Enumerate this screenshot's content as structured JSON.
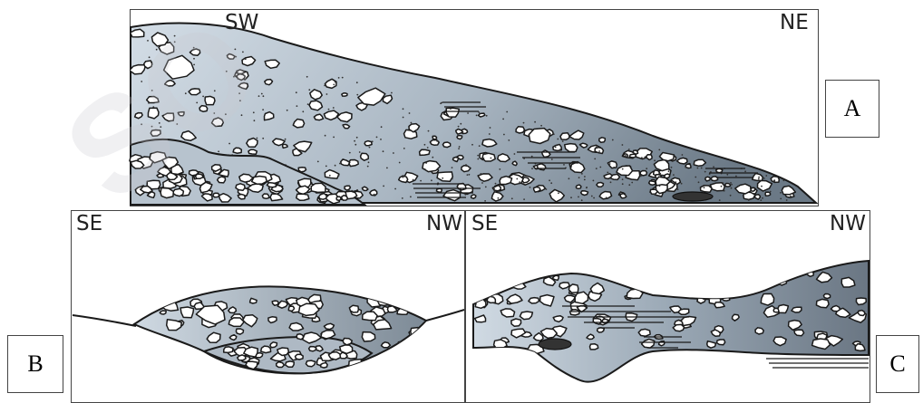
{
  "panels": [
    {
      "id": "A",
      "label": "A",
      "orient_left": "SW",
      "orient_right": "NE"
    },
    {
      "id": "B",
      "label": "B",
      "orient_left": "SE",
      "orient_right": "NW"
    },
    {
      "id": "C",
      "label": "C",
      "orient_left": "SE",
      "orient_right": "NW"
    }
  ],
  "watermark": "SO",
  "colors": {
    "sediment_light": "#c9d5df",
    "sediment_dark": "#6b7986",
    "clast_fill": "#ffffff",
    "outline": "#1a1a1a",
    "organic_lens": "#333333"
  }
}
